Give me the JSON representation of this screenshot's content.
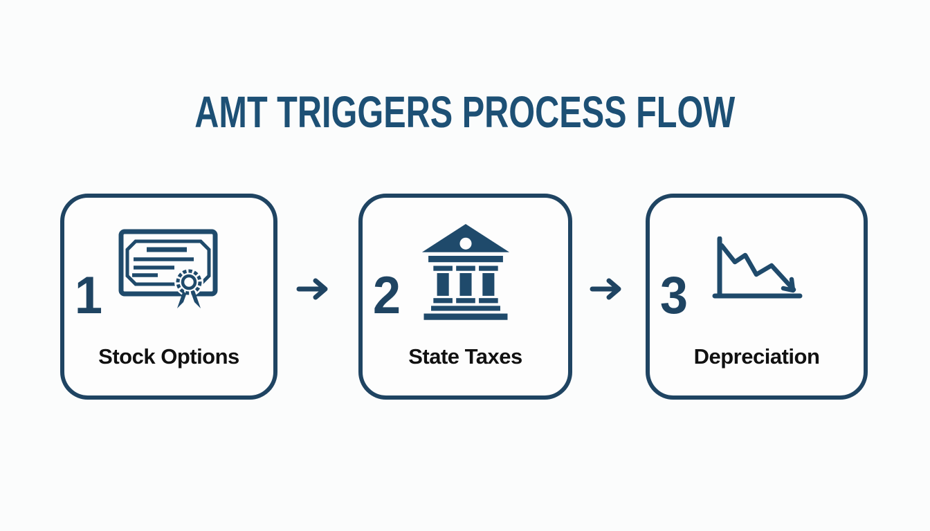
{
  "title": "AMT TRIGGERS PROCESS FLOW",
  "colors": {
    "navy_border": "#1f4462",
    "navy_icon": "#1f4a6b",
    "title_blue": "#1d5075",
    "label_black": "#111111",
    "background": "#fbfcfc"
  },
  "steps": [
    {
      "number": "1",
      "label": "Stock Options",
      "icon": "certificate-icon"
    },
    {
      "number": "2",
      "label": "State Taxes",
      "icon": "bank-icon"
    },
    {
      "number": "3",
      "label": "Depreciation",
      "icon": "declining-chart-icon"
    }
  ],
  "connectors": [
    {
      "from": "1",
      "to": "2",
      "glyph": "→"
    },
    {
      "from": "2",
      "to": "3",
      "glyph": "→"
    }
  ]
}
